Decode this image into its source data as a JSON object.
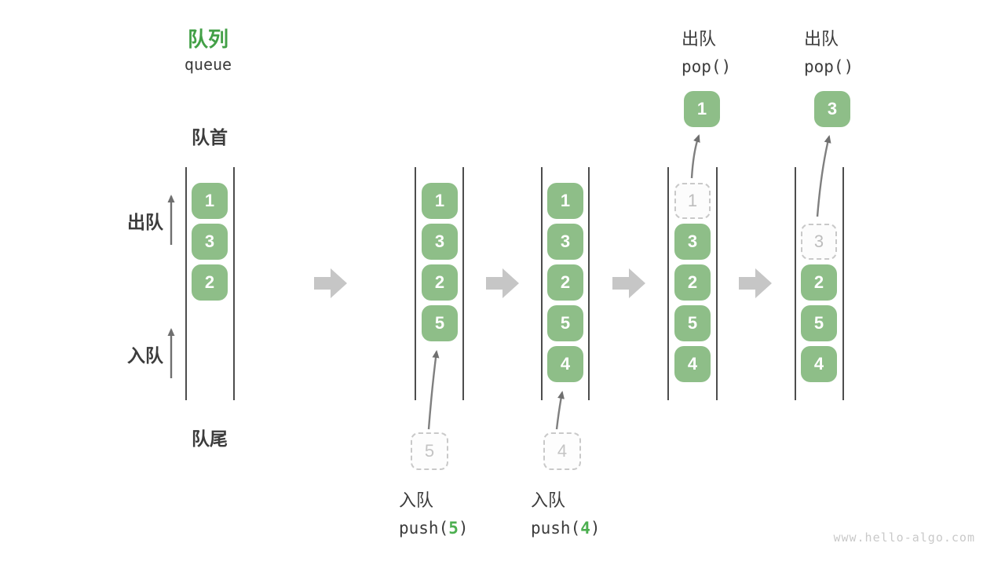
{
  "title": {
    "zh": "队列",
    "en": "queue"
  },
  "side_labels": {
    "front": "队首",
    "rear": "队尾",
    "dequeue": "出队",
    "enqueue": "入队"
  },
  "watermark": "www.hello-algo.com",
  "colors": {
    "box_green": "#8EBE88",
    "title_green": "#43A047",
    "code_arg_green": "#4CAF50",
    "dark_text": "#3C3C3C",
    "container_line": "#4D4D4D",
    "block_arrow_gray": "#C6C6C6",
    "dashed_border": "#C9C9C9",
    "watermark_gray": "#C9C9C9"
  },
  "containers": [
    {
      "slots": [
        {
          "row": 0,
          "value": "1",
          "type": "solid"
        },
        {
          "row": 1,
          "value": "3",
          "type": "solid"
        },
        {
          "row": 2,
          "value": "2",
          "type": "solid"
        }
      ]
    },
    {
      "slots": [
        {
          "row": 0,
          "value": "1",
          "type": "solid"
        },
        {
          "row": 1,
          "value": "3",
          "type": "solid"
        },
        {
          "row": 2,
          "value": "2",
          "type": "solid"
        },
        {
          "row": 3,
          "value": "5",
          "type": "solid"
        }
      ],
      "staged": {
        "value": "5"
      },
      "op": {
        "label": "入队",
        "code_pre": "push(",
        "code_arg": "5",
        "code_post": ")"
      }
    },
    {
      "slots": [
        {
          "row": 0,
          "value": "1",
          "type": "solid"
        },
        {
          "row": 1,
          "value": "3",
          "type": "solid"
        },
        {
          "row": 2,
          "value": "2",
          "type": "solid"
        },
        {
          "row": 3,
          "value": "5",
          "type": "solid"
        },
        {
          "row": 4,
          "value": "4",
          "type": "solid"
        }
      ],
      "staged": {
        "value": "4"
      },
      "op": {
        "label": "入队",
        "code_pre": "push(",
        "code_arg": "4",
        "code_post": ")"
      }
    },
    {
      "slots": [
        {
          "row": 0,
          "value": "1",
          "type": "dashed"
        },
        {
          "row": 1,
          "value": "3",
          "type": "solid"
        },
        {
          "row": 2,
          "value": "2",
          "type": "solid"
        },
        {
          "row": 3,
          "value": "5",
          "type": "solid"
        },
        {
          "row": 4,
          "value": "4",
          "type": "solid"
        }
      ],
      "op_top": {
        "label": "出队",
        "code": "pop()"
      },
      "popped": {
        "value": "1"
      }
    },
    {
      "slots": [
        {
          "row": 1,
          "value": "3",
          "type": "dashed"
        },
        {
          "row": 2,
          "value": "2",
          "type": "solid"
        },
        {
          "row": 3,
          "value": "5",
          "type": "solid"
        },
        {
          "row": 4,
          "value": "4",
          "type": "solid"
        }
      ],
      "op_top": {
        "label": "出队",
        "code": "pop()"
      },
      "popped": {
        "value": "3"
      }
    }
  ]
}
